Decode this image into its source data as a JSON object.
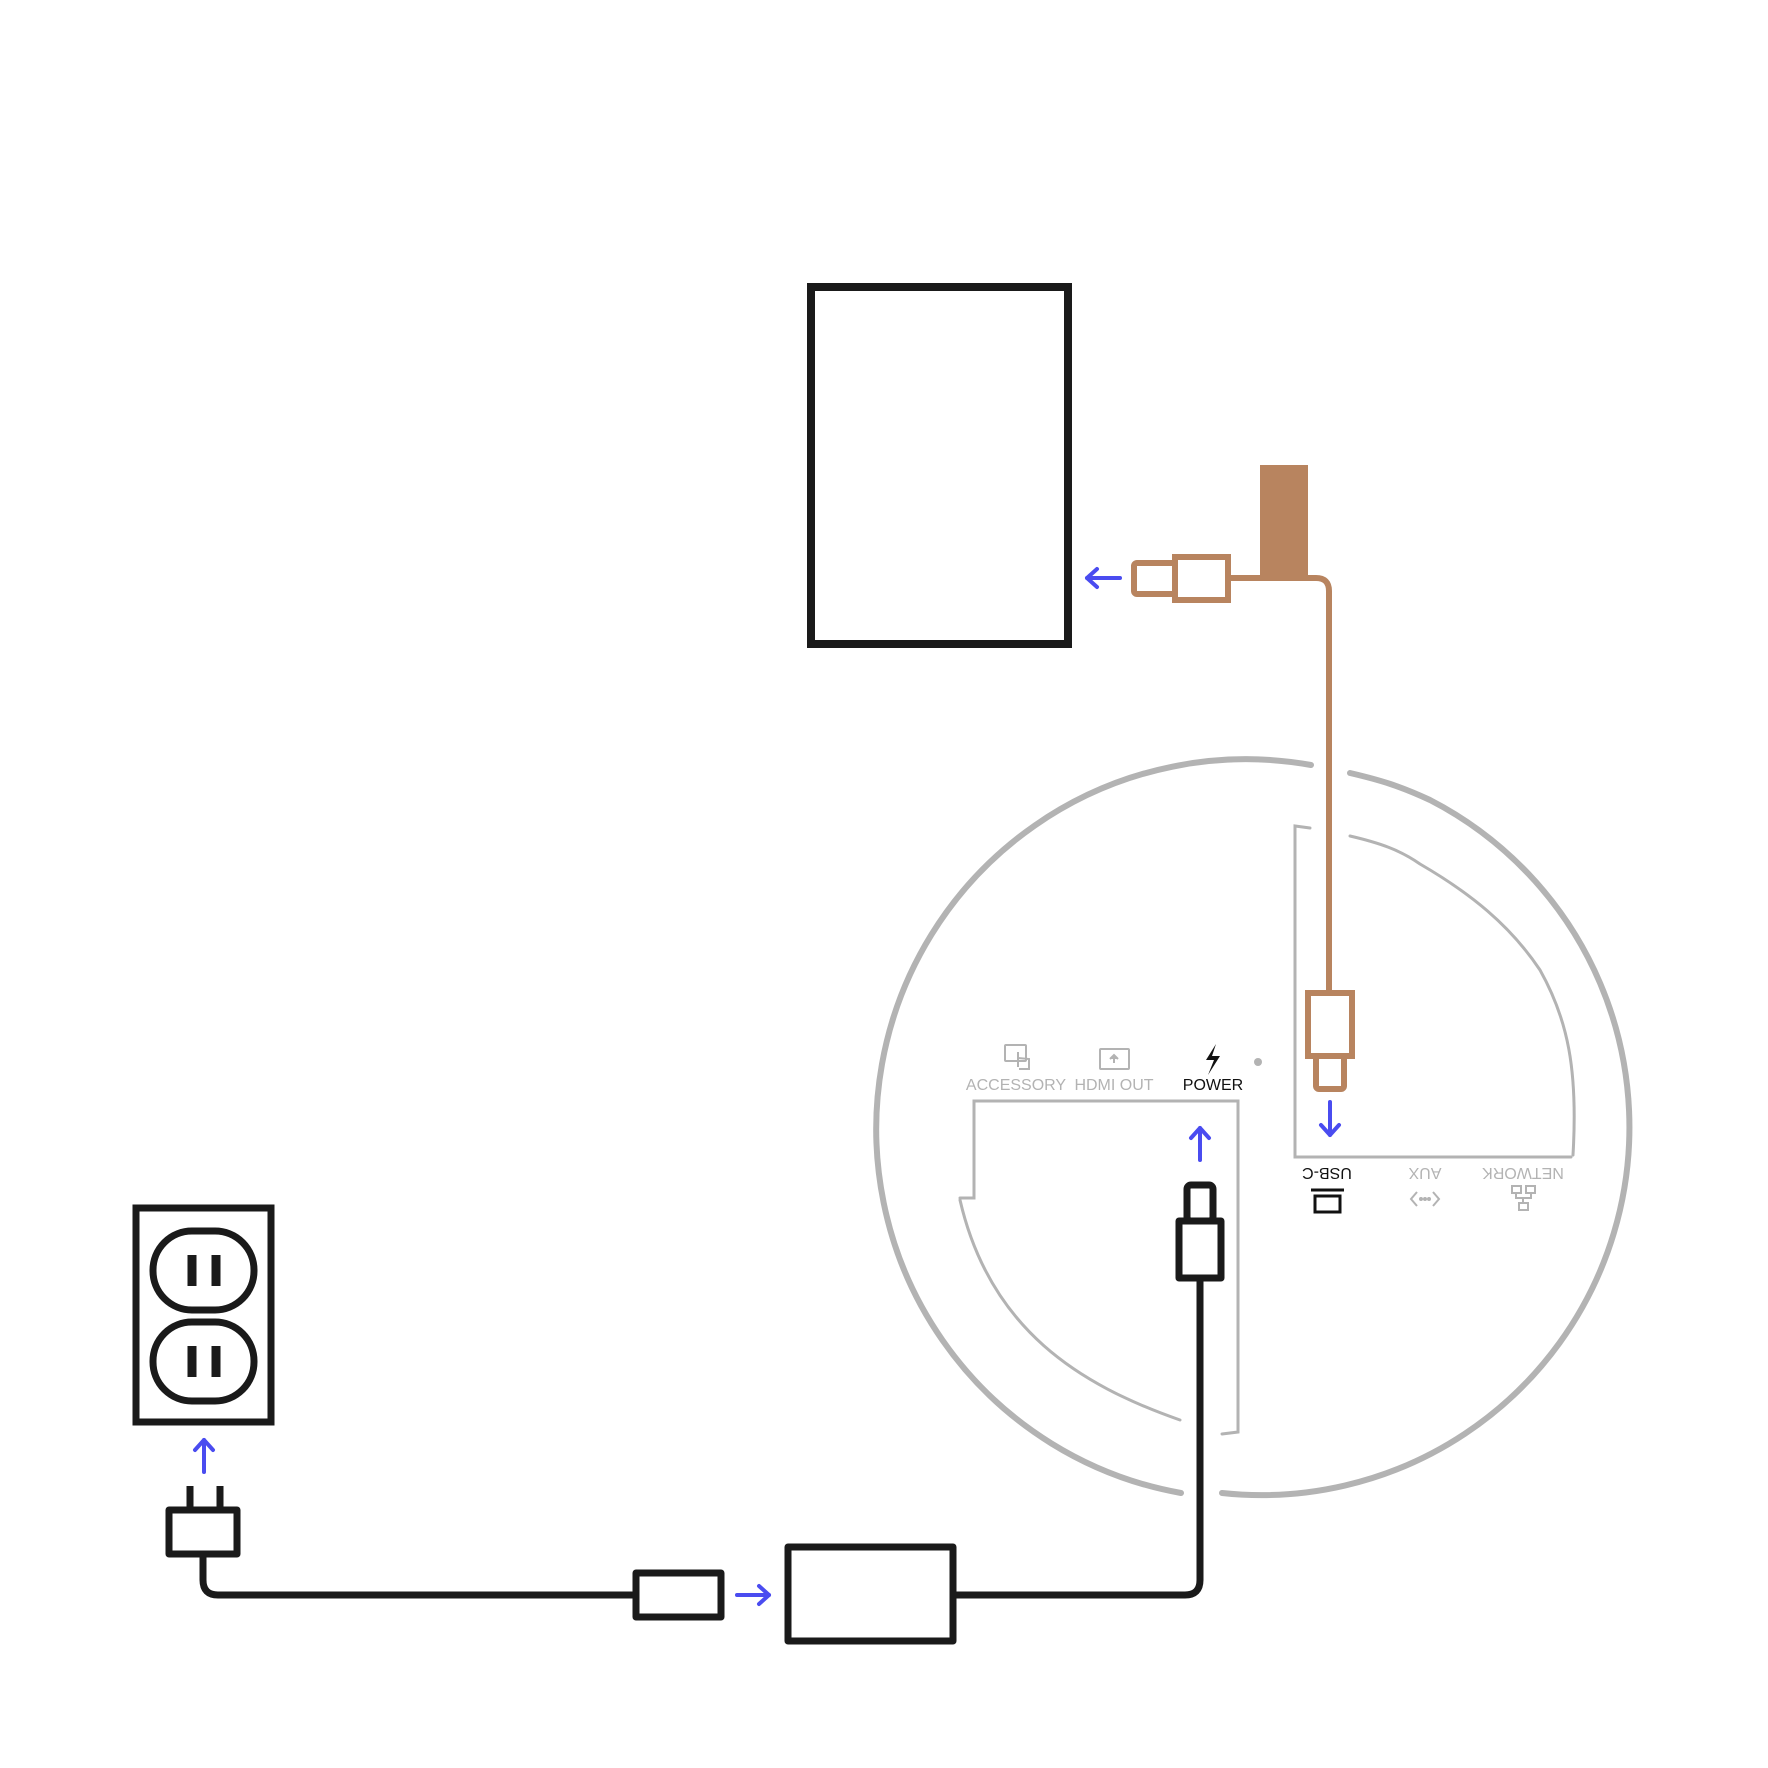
{
  "colors": {
    "outline": "#1a1a1a",
    "device": "#b3b3b3",
    "usb_cable": "#b8845f",
    "arrow": "#4a4cf0"
  },
  "top_ports": {
    "accessory": {
      "label": "ACCESSORY",
      "icon": "touch-screen-icon",
      "state": "inactive"
    },
    "hdmi_out": {
      "label": "HDMI OUT",
      "icon": "display-out-icon",
      "state": "inactive"
    },
    "power": {
      "label": "POWER",
      "icon": "lightning-bolt-icon",
      "state": "active"
    }
  },
  "bottom_ports": {
    "usb_c": {
      "label": "USB-C",
      "icon": "usb-c-port-icon",
      "state": "active"
    },
    "aux": {
      "label": "AUX",
      "icon": "aux-arrows-icon",
      "state": "inactive"
    },
    "network": {
      "label": "NETWORK",
      "icon": "network-icon",
      "state": "inactive"
    }
  },
  "connections": [
    {
      "from": "wall-outlet",
      "via": [
        "plug",
        "power-adapter"
      ],
      "to": "power-port",
      "cable_color": "outline"
    },
    {
      "from": "usb-c-port",
      "to": "usb-device",
      "cable_color": "usb_cable"
    }
  ]
}
